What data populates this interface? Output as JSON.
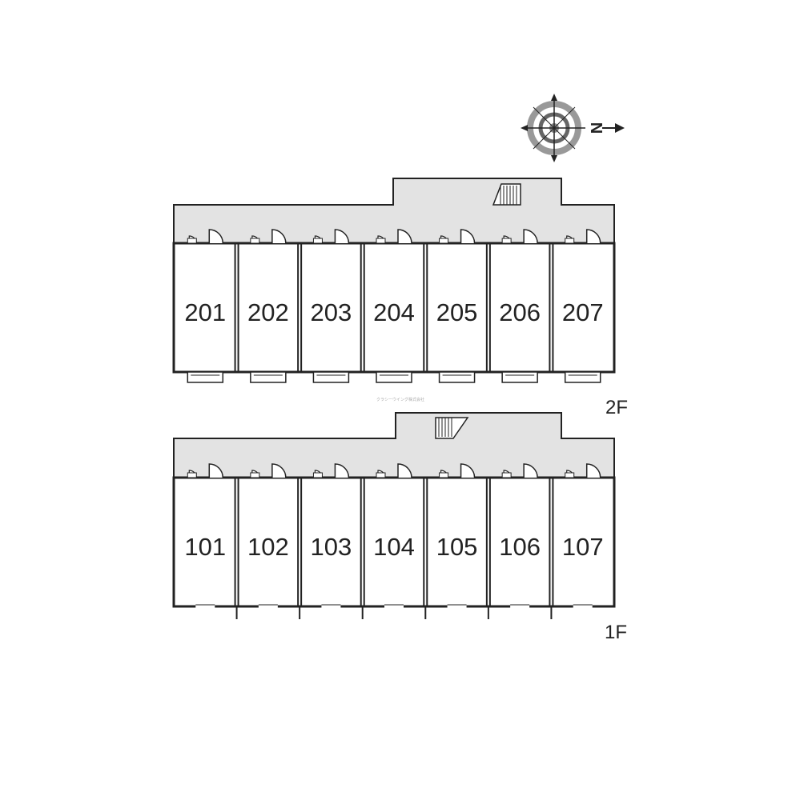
{
  "compass": {
    "north_letter": "N",
    "icon": "compass-rose-icon"
  },
  "watermark": "クラシーウイング株式会社",
  "floors": [
    {
      "id": "2F",
      "label": "2F",
      "rooms": [
        "201",
        "202",
        "203",
        "204",
        "205",
        "206",
        "207"
      ]
    },
    {
      "id": "1F",
      "label": "1F",
      "rooms": [
        "101",
        "102",
        "103",
        "104",
        "105",
        "106",
        "107"
      ]
    }
  ],
  "colors": {
    "corridor": "#e3e3e3",
    "wall": "#222222",
    "background": "#ffffff"
  }
}
